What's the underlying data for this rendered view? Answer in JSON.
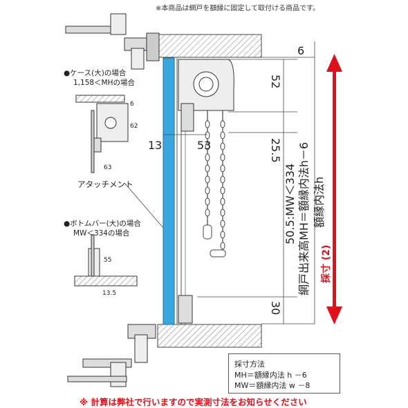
{
  "top_note": "※本商品は網戸を額縁に固定して取付ける商品です。",
  "dimensions": {
    "d6_top": "6",
    "d52": "52",
    "d25_5": "25.5",
    "d13": "13",
    "d53": "53",
    "d30": "30",
    "mw_label": "50.5:MW＜334",
    "mh_label": "網戸出来高MH＝額縁内法h－6",
    "h_label": "額縁内法h",
    "saisun": "採寸 (2)"
  },
  "inset_case": {
    "title": "●ケース(大)の場合",
    "cond": "1,158＜MHの場合",
    "d6": "6",
    "d62": "62",
    "d63": "63"
  },
  "attachment_label": "アタッチメント",
  "inset_bottom": {
    "title": "●ボトムバー(大)の場合",
    "cond": "MW＜334の場合",
    "d55": "55",
    "d13_5": "13.5"
  },
  "method_box": {
    "title": "採寸方法",
    "line1": "MH＝額縁内法 h －6",
    "line2": "MW＝額縁内法 w －8"
  },
  "warning": "※ 計算は弊社で行いますので実測寸法をお知らせください",
  "colors": {
    "screen_blue": "#3aa6de",
    "arrow_red": "#e0101a"
  }
}
